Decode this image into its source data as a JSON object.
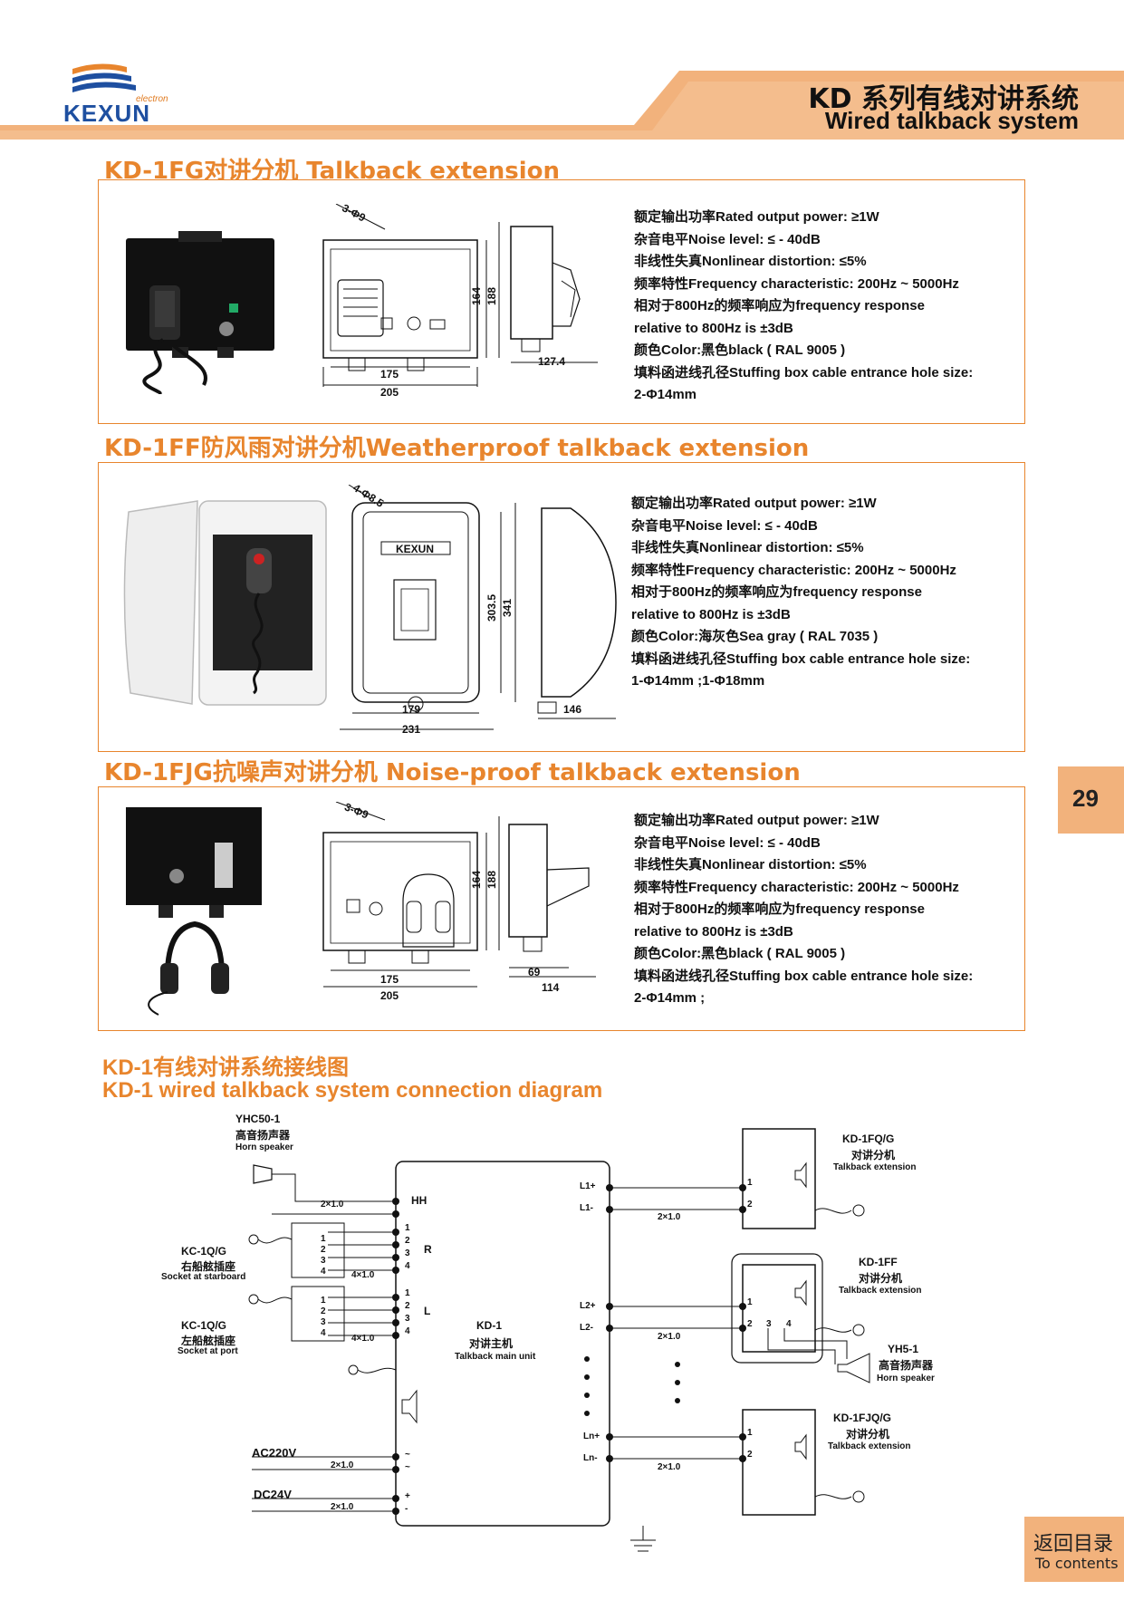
{
  "header": {
    "logo_text": "KEXUN",
    "logo_sub": "electron",
    "title_cn": "KD 系列有线对讲系统",
    "title_en": "Wired talkback system"
  },
  "sections": [
    {
      "title": "KD-1FG对讲分机 Talkback extension",
      "dims": {
        "hole": "3-Φ9",
        "w_inner": "175",
        "w_outer": "205",
        "h_inner": "164",
        "h_outer": "188",
        "depth": "127.4"
      },
      "specs": [
        "额定输出功率Rated output power: ≥1W",
        "杂音电平Noise level: ≤ - 40dB",
        "非线性失真Nonlinear distortion: ≤5%",
        "频率特性Frequency characteristic: 200Hz ~ 5000Hz",
        "相对于800Hz的频率响应为frequency response",
        "relative to 800Hz is ±3dB",
        "颜色Color:黑色black ( RAL 9005 )",
        "填料函进线孔径Stuffing box cable entrance hole size:",
        "2-Φ14mm"
      ]
    },
    {
      "title": "KD-1FF防风雨对讲分机Weatherproof talkback extension",
      "dims": {
        "hole": "4-Φ8.5",
        "w_inner": "179",
        "w_outer": "231",
        "h_inner": "303.5",
        "h_outer": "341",
        "depth": "146",
        "brand": "KEXUN"
      },
      "specs": [
        "额定输出功率Rated output power: ≥1W",
        "杂音电平Noise level: ≤ - 40dB",
        "非线性失真Nonlinear distortion: ≤5%",
        "频率特性Frequency characteristic: 200Hz ~ 5000Hz",
        "相对于800Hz的频率响应为frequency response",
        "relative to 800Hz is ±3dB",
        "颜色Color:海灰色Sea gray ( RAL 7035 )",
        "填料函进线孔径Stuffing box cable entrance hole size:",
        "1-Φ14mm ;1-Φ18mm"
      ]
    },
    {
      "title": "KD-1FJG抗噪声对讲分机 Noise-proof talkback extension",
      "dims": {
        "hole": "3-Φ9",
        "w_inner": "175",
        "w_outer": "205",
        "h_inner": "164",
        "h_outer": "188",
        "depth_a": "69",
        "depth_b": "114"
      },
      "specs": [
        "额定输出功率Rated output power: ≥1W",
        "杂音电平Noise level: ≤ - 40dB",
        "非线性失真Nonlinear distortion: ≤5%",
        "频率特性Frequency characteristic: 200Hz ~ 5000Hz",
        "相对于800Hz的频率响应为frequency response",
        "relative to 800Hz is ±3dB",
        "颜色Color:黑色black ( RAL 9005 )",
        "填料函进线孔径Stuffing box cable entrance hole size:",
        "2-Φ14mm ;"
      ]
    }
  ],
  "page_number": "29",
  "diagram": {
    "title_cn": "KD-1有线对讲系统接线图",
    "title_en": "KD-1 wired talkback system connection diagram",
    "horn_left": {
      "model": "YHC50-1",
      "cn": "高音扬声器",
      "en": "Horn speaker"
    },
    "socket_r": {
      "model": "KC-1Q/G",
      "cn": "右船舷插座",
      "en": "Socket at starboard"
    },
    "socket_l": {
      "model": "KC-1Q/G",
      "cn": "左船舷插座",
      "en": "Socket at port"
    },
    "main": {
      "model": "KD-1",
      "cn": "对讲主机",
      "en": "Talkback main unit"
    },
    "ext1": {
      "model": "KD-1FQ/G",
      "cn": "对讲分机",
      "en": "Talkback extension"
    },
    "ext2": {
      "model": "KD-1FF",
      "cn": "对讲分机",
      "en": "Talkback extension"
    },
    "horn_right": {
      "model": "YH5-1",
      "cn": "高音扬声器",
      "en": "Horn speaker"
    },
    "ext3": {
      "model": "KD-1FJQ/G",
      "cn": "对讲分机",
      "en": "Talkback extension"
    },
    "labels": {
      "hh": "HH",
      "r": "R",
      "l": "L",
      "l1p": "L1+",
      "l1m": "L1-",
      "l2p": "L2+",
      "l2m": "L2-",
      "lnp": "Ln+",
      "lnm": "Ln-",
      "cable2": "2×1.0",
      "cable4": "4×1.0",
      "ac": "AC220V",
      "dc": "DC24V",
      "tilde": "~",
      "plus": "+",
      "minus": "-",
      "n1": "1",
      "n2": "2",
      "n3": "3",
      "n4": "4"
    }
  },
  "back_button": {
    "cn": "返回目录",
    "en": "To contents"
  },
  "colors": {
    "accent": "#e8852d",
    "tab": "#f2b27c",
    "logo_blue": "#1e4fa0"
  }
}
